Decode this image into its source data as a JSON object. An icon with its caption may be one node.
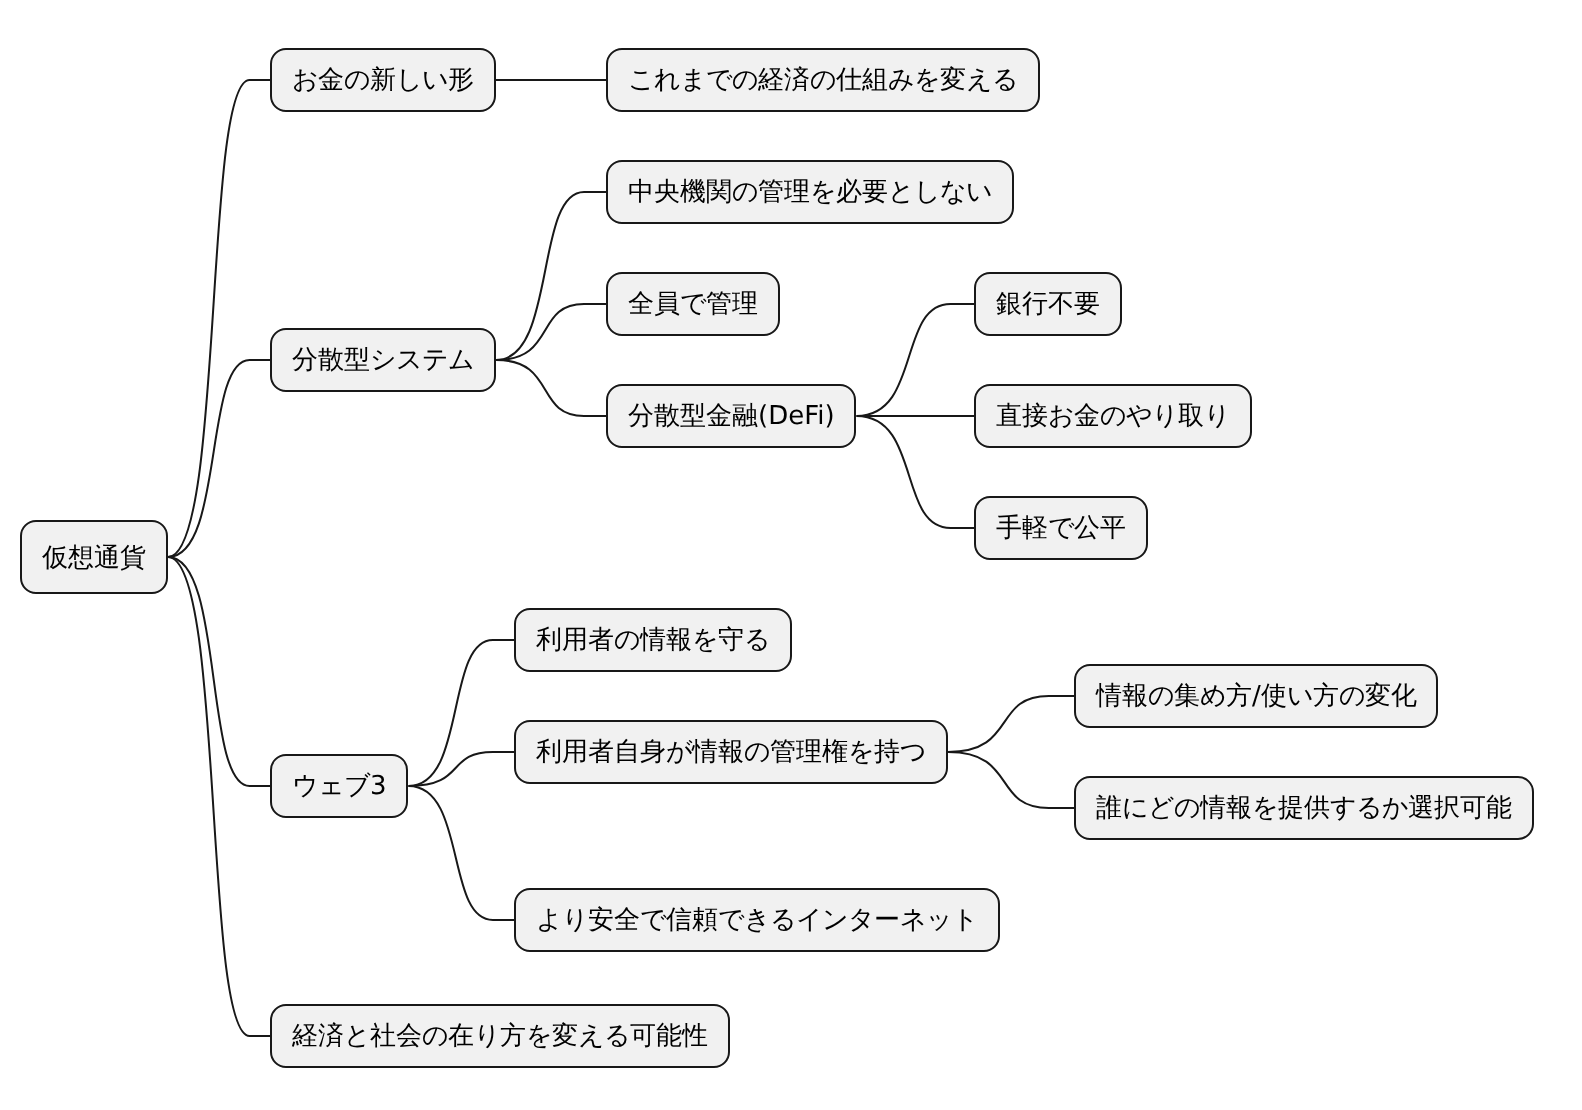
{
  "diagram": {
    "nodes": [
      {
        "text": [
          "仮想通貨"
        ]
      },
      {
        "text": [
          "お金の新しい形"
        ]
      },
      {
        "text": [
          "これまでの経済の仕組みを変える"
        ]
      },
      {
        "text": [
          "分散型システム"
        ]
      },
      {
        "text": [
          "中央機関の管理を必要としない"
        ]
      },
      {
        "text": [
          "全員で管理"
        ]
      },
      {
        "text": [
          "分散型金融(DeFi)"
        ]
      },
      {
        "text": [
          "銀行不要"
        ]
      },
      {
        "text": [
          "直接お金のやり取り"
        ]
      },
      {
        "text": [
          "手軽で公平"
        ]
      },
      {
        "text": [
          "ウェブ3"
        ]
      },
      {
        "text": [
          "利用者の情報を守る"
        ]
      },
      {
        "text": [
          "利用者自身が情報の管理権を持つ"
        ]
      },
      {
        "text": [
          "情報の集め方/使い方の変化"
        ]
      },
      {
        "text": [
          "誰にどの情報を提供するか選択可能"
        ]
      },
      {
        "text": [
          "より安全で信頼できるインターネット"
        ]
      },
      {
        "text": [
          "経済と社会の在り方を変える可能性"
        ]
      }
    ],
    "edges": [
      {
        "from": 0,
        "to": 1,
        "arrow": "none"
      },
      {
        "from": 1,
        "to": 2,
        "arrow": "none"
      },
      {
        "from": 0,
        "to": 3,
        "arrow": "none"
      },
      {
        "from": 3,
        "to": 4,
        "arrow": "none"
      },
      {
        "from": 3,
        "to": 5,
        "arrow": "none"
      },
      {
        "from": 3,
        "to": 6,
        "arrow": "none"
      },
      {
        "from": 6,
        "to": 7,
        "arrow": "none"
      },
      {
        "from": 6,
        "to": 8,
        "arrow": "none"
      },
      {
        "from": 6,
        "to": 9,
        "arrow": "none"
      },
      {
        "from": 0,
        "to": 10,
        "arrow": "none"
      },
      {
        "from": 10,
        "to": 11,
        "arrow": "none"
      },
      {
        "from": 10,
        "to": 12,
        "arrow": "none"
      },
      {
        "from": 12,
        "to": 13,
        "arrow": "none"
      },
      {
        "from": 12,
        "to": 14,
        "arrow": "none"
      },
      {
        "from": 10,
        "to": 15,
        "arrow": "none"
      },
      {
        "from": 0,
        "to": 16,
        "arrow": "none"
      }
    ]
  }
}
